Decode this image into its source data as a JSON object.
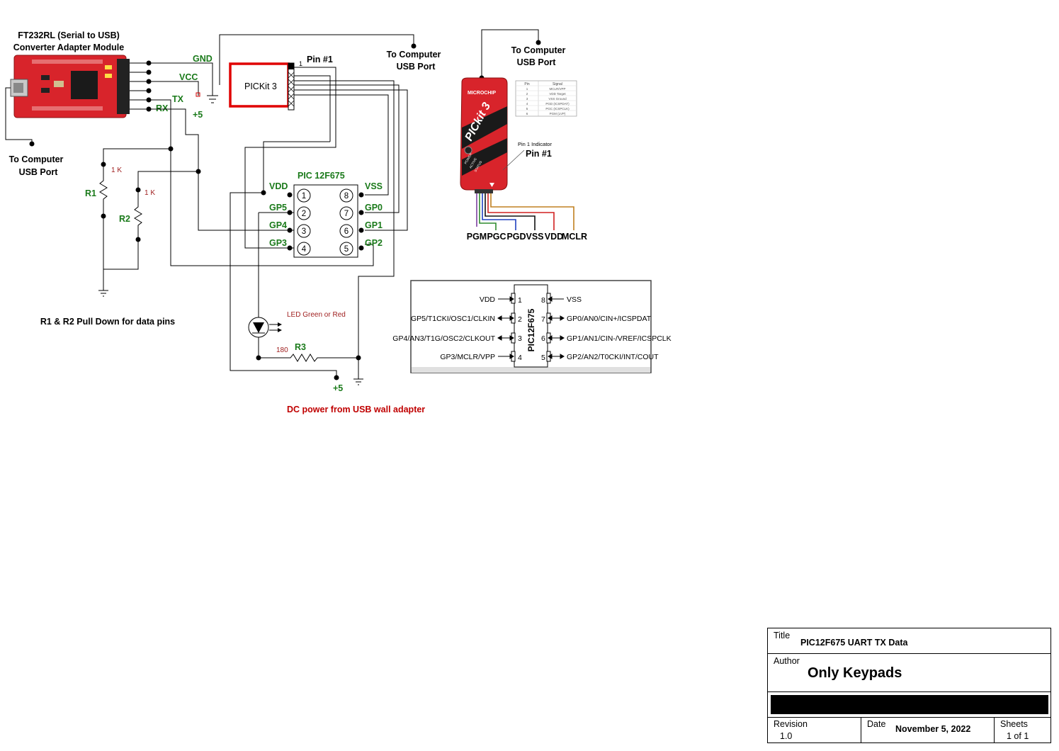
{
  "ft232": {
    "title_line1": "FT232RL (Serial to USB)",
    "title_line2": "Converter Adapter Module",
    "usb_line1": "To Computer",
    "usb_line2": "USB Port",
    "pins": [
      "GND",
      "VCC",
      "TX",
      "RX"
    ],
    "plus5": "+5"
  },
  "pickit": {
    "label": "PICKit 3",
    "pin1": "Pin #1",
    "pin_number": "1",
    "usb_line1": "To Computer",
    "usb_line2": "USB Port"
  },
  "pickit_photo": {
    "usb_line1": "To Computer",
    "usb_line2": "USB Port",
    "brand": "MICROCHIP",
    "model": "PICkit 3",
    "status_leds": [
      "POWER",
      "ACTIVE",
      "STATUS"
    ],
    "pin1_indicator": "Pin 1 Indicator",
    "pin1": "Pin #1",
    "wire_labels": [
      "PGM",
      "PGC",
      "PGD",
      "VSS",
      "VDD",
      "MCLR"
    ],
    "wire_colors": [
      "#7b3fa0",
      "#2e8b2e",
      "#2040c0",
      "#111111",
      "#d02020",
      "#c08020"
    ],
    "table_headers": [
      "Pin",
      "Signal"
    ],
    "table_rows": [
      [
        "1",
        "MCLR/VPP"
      ],
      [
        "2",
        "VDD Target"
      ],
      [
        "3",
        "VSS Ground"
      ],
      [
        "4",
        "PGD (ICSPDAT)"
      ],
      [
        "5",
        "PGC (ICSPCLK)"
      ],
      [
        "6",
        "PGM (LVP)"
      ]
    ]
  },
  "pic": {
    "name": "PIC 12F675",
    "left_pins": [
      {
        "num": "1",
        "label": "VDD"
      },
      {
        "num": "2",
        "label": "GP5"
      },
      {
        "num": "3",
        "label": "GP4"
      },
      {
        "num": "4",
        "label": "GP3"
      }
    ],
    "right_pins": [
      {
        "num": "8",
        "label": "VSS"
      },
      {
        "num": "7",
        "label": "GP0"
      },
      {
        "num": "6",
        "label": "GP1"
      },
      {
        "num": "5",
        "label": "GP2"
      }
    ]
  },
  "resistors": {
    "r1_name": "R1",
    "r1_value": "1 K",
    "r2_name": "R2",
    "r2_value": "1 K",
    "r3_name": "R3",
    "r3_value": "180",
    "note": "R1 & R2 Pull Down for data pins"
  },
  "led": {
    "label": "LED Green or Red"
  },
  "power": {
    "plus5": "+5",
    "note": "DC power from USB wall adapter"
  },
  "pinout": {
    "chip_label": "PIC12F675",
    "left": [
      {
        "num": "1",
        "label": "VDD"
      },
      {
        "num": "2",
        "label": "GP5/T1CKI/OSC1/CLKIN"
      },
      {
        "num": "3",
        "label": "GP4/AN3/T1G/OSC2/CLKOUT"
      },
      {
        "num": "4",
        "label": "GP3/MCLR/VPP"
      }
    ],
    "right": [
      {
        "num": "8",
        "label": "VSS"
      },
      {
        "num": "7",
        "label": "GP0/AN0/CIN+/ICSPDAT"
      },
      {
        "num": "6",
        "label": "GP1/AN1/CIN-/VREF/ICSPCLK"
      },
      {
        "num": "5",
        "label": "GP2/AN2/T0CKI/INT/COUT"
      }
    ]
  },
  "titleblock": {
    "title_label": "Title",
    "title": "PIC12F675 UART TX Data",
    "author_label": "Author",
    "author": "Only Keypads",
    "revision_label": "Revision",
    "revision": "1.0",
    "date_label": "Date",
    "date": "November 5, 2022",
    "sheets_label": "Sheets",
    "sheets": "1 of 1"
  }
}
